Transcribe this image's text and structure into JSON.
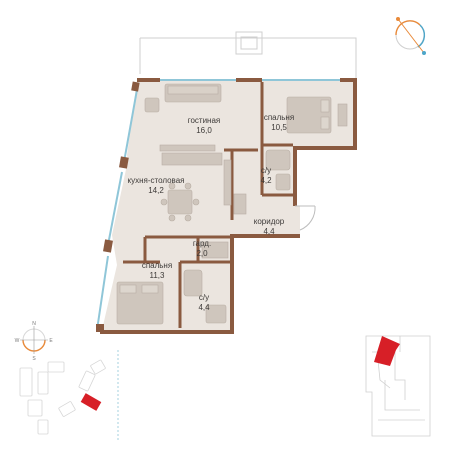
{
  "rooms": {
    "living": {
      "name": "гостиная",
      "area": "16,0"
    },
    "bedroom_top": {
      "name": "спальня",
      "area": "10,5"
    },
    "bath_top": {
      "name": "с/у",
      "area": "4,2"
    },
    "kitchen": {
      "name": "кухня-столовая",
      "area": "14,2"
    },
    "corridor": {
      "name": "коридор",
      "area": "4,4"
    },
    "wardrobe": {
      "name": "гард.",
      "area": "2,0"
    },
    "bedroom_bottom": {
      "name": "спальня",
      "area": "11,3"
    },
    "bath_bottom": {
      "name": "с/у",
      "area": "4,4"
    }
  },
  "compass": {
    "n": "N",
    "s": "S",
    "w": "W",
    "e": "E"
  },
  "colors": {
    "floor": "#ebe5df",
    "wall": "#8a5a40",
    "window": "#8fc6d8",
    "balcony_line": "#c8c8c8",
    "highlight": "#d71f27",
    "furniture": "#cfc6bd",
    "text": "#3d3a38"
  }
}
